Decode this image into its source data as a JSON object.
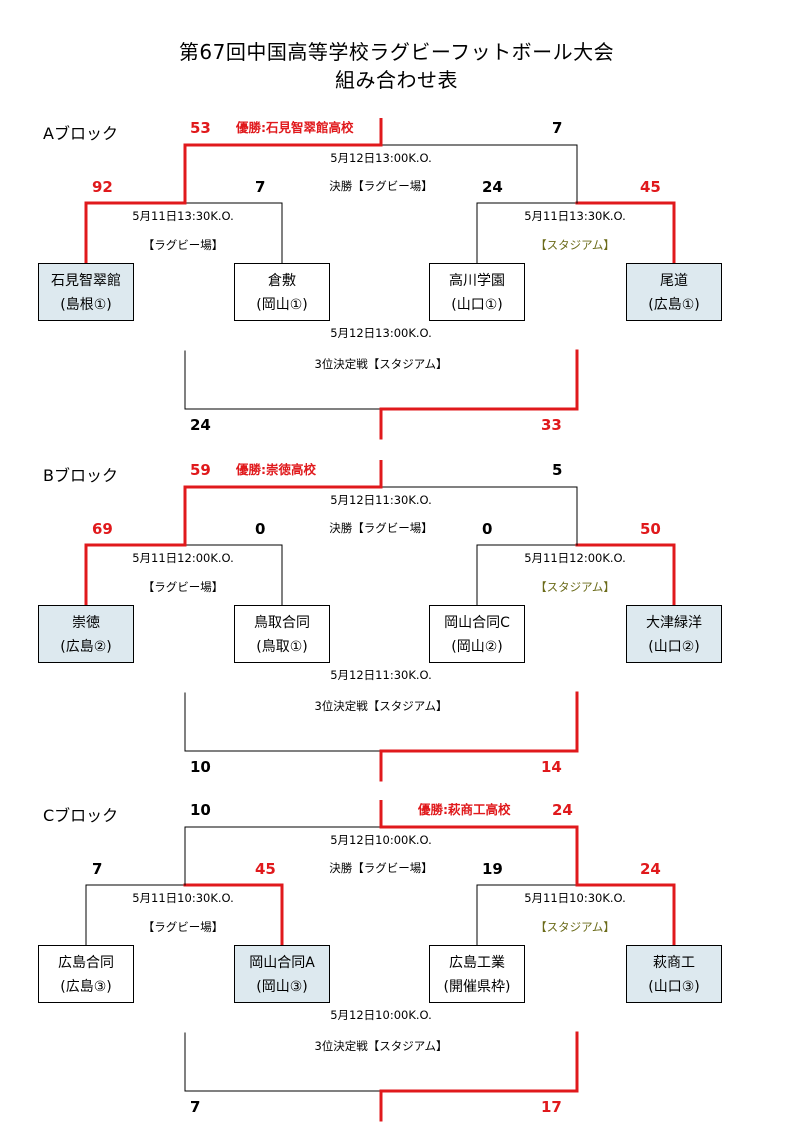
{
  "title": {
    "line1": "第67回中国高等学校ラグビーフットボール大会",
    "line2": "組み合わせ表"
  },
  "colors": {
    "win_line": "#e0191c",
    "win_box": "#dde9ef",
    "venue_stadium": "#6b6b1a"
  },
  "blocks": [
    {
      "name": "Aブロック",
      "winner": "優勝:石見智翠館高校",
      "final": {
        "left": "53",
        "right": "7",
        "winner_side": "left",
        "time": "5月12日13:00K.O.",
        "label": "決勝【ラグビー場】"
      },
      "semi_left": {
        "left": "92",
        "right": "7",
        "winner_side": "left",
        "time": "5月11日13:30K.O.",
        "venue": "【ラグビー場】"
      },
      "semi_right": {
        "left": "24",
        "right": "45",
        "winner_side": "right",
        "time": "5月11日13:30K.O.",
        "venue": "【スタジアム】"
      },
      "teams": [
        {
          "name": "石見智翠館",
          "pref": "(島根①)",
          "win": true
        },
        {
          "name": "倉敷",
          "pref": "(岡山①)",
          "win": false
        },
        {
          "name": "高川学園",
          "pref": "(山口①)",
          "win": false
        },
        {
          "name": "尾道",
          "pref": "(広島①)",
          "win": true
        }
      ],
      "third": {
        "time": "5月12日13:00K.O.",
        "label": "3位決定戦【スタジアム】",
        "left": "24",
        "right": "33",
        "winner_side": "right"
      }
    },
    {
      "name": "Bブロック",
      "winner": "優勝:崇徳高校",
      "final": {
        "left": "59",
        "right": "5",
        "winner_side": "left",
        "time": "5月12日11:30K.O.",
        "label": "決勝【ラグビー場】"
      },
      "semi_left": {
        "left": "69",
        "right": "0",
        "winner_side": "left",
        "time": "5月11日12:00K.O.",
        "venue": "【ラグビー場】"
      },
      "semi_right": {
        "left": "0",
        "right": "50",
        "winner_side": "right",
        "time": "5月11日12:00K.O.",
        "venue": "【スタジアム】"
      },
      "teams": [
        {
          "name": "崇徳",
          "pref": "(広島②)",
          "win": true
        },
        {
          "name": "鳥取合同",
          "pref": "(鳥取①)",
          "win": false
        },
        {
          "name": "岡山合同C",
          "pref": "(岡山②)",
          "win": false
        },
        {
          "name": "大津緑洋",
          "pref": "(山口②)",
          "win": true
        }
      ],
      "third": {
        "time": "5月12日11:30K.O.",
        "label": "3位決定戦【スタジアム】",
        "left": "10",
        "right": "14",
        "winner_side": "right"
      }
    },
    {
      "name": "Cブロック",
      "winner": "優勝:萩商工高校",
      "final": {
        "left": "10",
        "right": "24",
        "winner_side": "right",
        "time": "5月12日10:00K.O.",
        "label": "決勝【ラグビー場】"
      },
      "semi_left": {
        "left": "7",
        "right": "45",
        "winner_side": "right",
        "time": "5月11日10:30K.O.",
        "venue": "【ラグビー場】"
      },
      "semi_right": {
        "left": "19",
        "right": "24",
        "winner_side": "right",
        "time": "5月11日10:30K.O.",
        "venue": "【スタジアム】"
      },
      "teams": [
        {
          "name": "広島合同",
          "pref": "(広島③)",
          "win": false
        },
        {
          "name": "岡山合同A",
          "pref": "(岡山③)",
          "win": true
        },
        {
          "name": "広島工業",
          "pref": "(開催県枠)",
          "win": false
        },
        {
          "name": "萩商工",
          "pref": "(山口③)",
          "win": true
        }
      ],
      "third": {
        "time": "5月12日10:00K.O.",
        "label": "3位決定戦【スタジアム】",
        "left": "7",
        "right": "17",
        "winner_side": "right"
      }
    }
  ]
}
